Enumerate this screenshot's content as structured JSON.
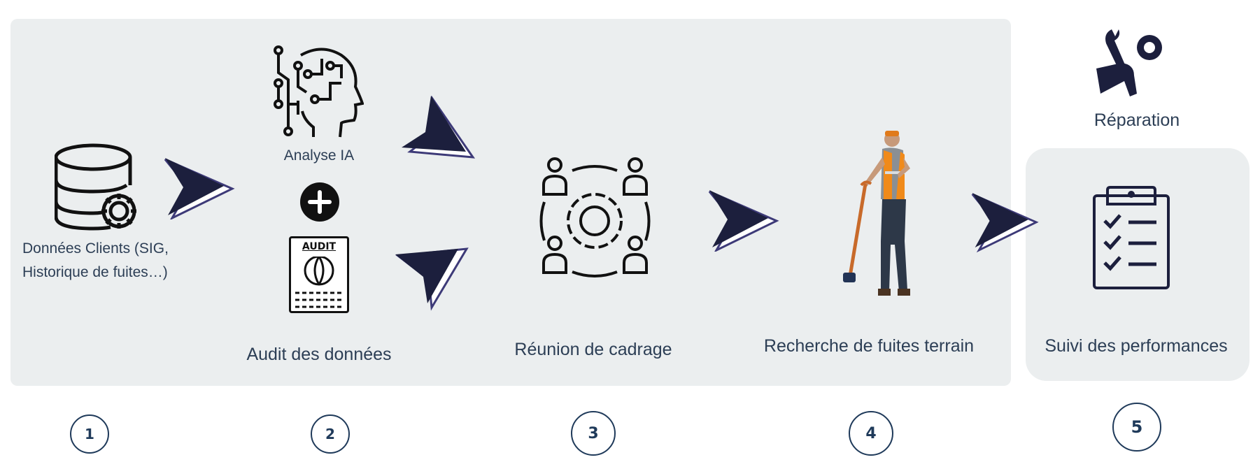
{
  "steps": [
    {
      "number": "1",
      "label_line1": "Données Clients (SIG,",
      "label_line2": "Historique de fuites…)"
    },
    {
      "number": "2",
      "label": "Audit des données",
      "ai_label": "Analyse IA",
      "audit_badge": "AUDIT"
    },
    {
      "number": "3",
      "label": "Réunion de cadrage"
    },
    {
      "number": "4",
      "label": "Recherche de fuites terrain"
    },
    {
      "number": "5",
      "label": "Suivi des performances",
      "repair_label": "Réparation"
    }
  ],
  "colors": {
    "navy": "#1c1f3d",
    "arrow_outline": "#3d3a78",
    "panel": "#ebeeef",
    "text": "#2c3e55"
  }
}
